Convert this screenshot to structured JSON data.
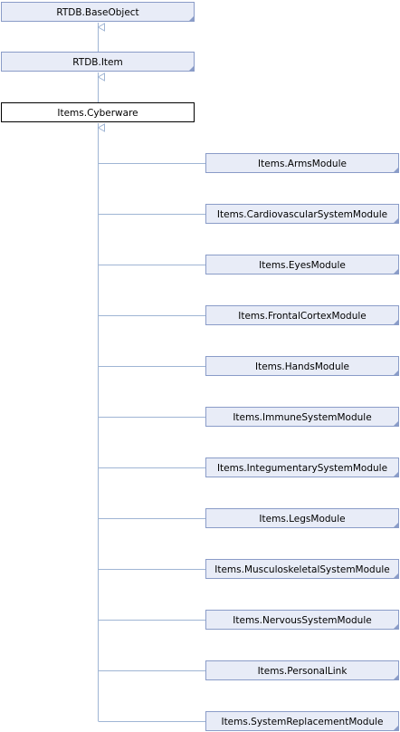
{
  "colors": {
    "node_fill": "#e8ecf7",
    "node_border": "#8a9cc8",
    "highlight_fill": "#ffffff",
    "highlight_border": "#000000",
    "edge": "#9fb5d4"
  },
  "ancestors": [
    {
      "id": "base_object",
      "label": "RTDB.BaseObject"
    },
    {
      "id": "item",
      "label": "RTDB.Item"
    }
  ],
  "current": {
    "id": "cyberware",
    "label": "Items.Cyberware"
  },
  "children": [
    {
      "id": "arms",
      "label": "Items.ArmsModule"
    },
    {
      "id": "cardio",
      "label": "Items.CardiovascularSystemModule"
    },
    {
      "id": "eyes",
      "label": "Items.EyesModule"
    },
    {
      "id": "frontal",
      "label": "Items.FrontalCortexModule"
    },
    {
      "id": "hands",
      "label": "Items.HandsModule"
    },
    {
      "id": "immune",
      "label": "Items.ImmuneSystemModule"
    },
    {
      "id": "integ",
      "label": "Items.IntegumentarySystemModule"
    },
    {
      "id": "legs",
      "label": "Items.LegsModule"
    },
    {
      "id": "musculo",
      "label": "Items.MusculoskeletalSystemModule"
    },
    {
      "id": "nervous",
      "label": "Items.NervousSystemModule"
    },
    {
      "id": "personal",
      "label": "Items.PersonalLink"
    },
    {
      "id": "sysrep",
      "label": "Items.SystemReplacementModule"
    }
  ]
}
